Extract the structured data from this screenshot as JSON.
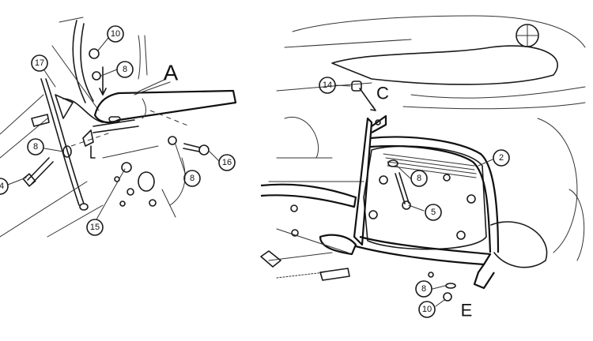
{
  "left_view": {
    "detail_label": "A",
    "callouts": [
      "10",
      "8",
      "17",
      "8",
      "4",
      "16",
      "8",
      "15"
    ]
  },
  "right_view": {
    "detail_labels": [
      "C",
      "E"
    ],
    "callouts": [
      "14",
      "2",
      "8",
      "5",
      "8",
      "10"
    ]
  }
}
